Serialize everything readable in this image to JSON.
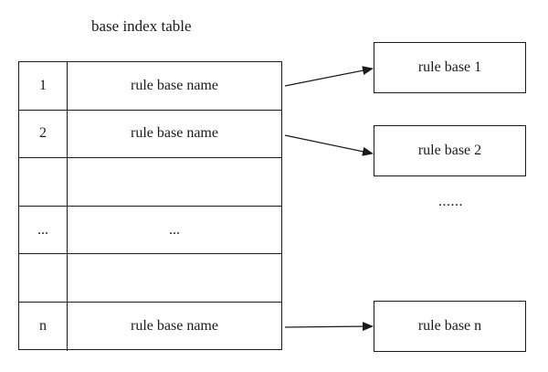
{
  "table_title": "base index table",
  "rows": [
    {
      "index": "1",
      "name": "rule base name"
    },
    {
      "index": "2",
      "name": "rule base name"
    },
    {
      "index": "",
      "name": ""
    },
    {
      "index": "...",
      "name": "..."
    },
    {
      "index": "",
      "name": ""
    },
    {
      "index": "n",
      "name": "rule base name"
    }
  ],
  "rule_bases": [
    {
      "label": "rule base 1"
    },
    {
      "label": "rule base 2"
    },
    {
      "label": "rule base n"
    }
  ],
  "ellipsis": "......",
  "colors": {
    "stroke": "#1a1a1a",
    "background": "#ffffff"
  }
}
